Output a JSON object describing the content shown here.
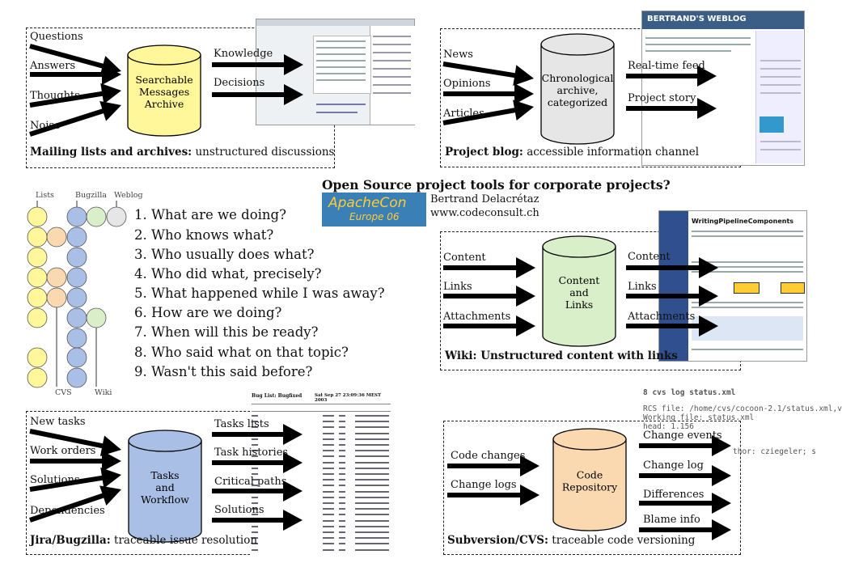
{
  "title": "Open Source project tools for corporate projects?",
  "author": "Bertrand Delacrétaz",
  "website": "www.codeconsult.ch",
  "logo": {
    "line1": "ApacheCon",
    "line2": "Europe 06",
    "bg": "#3a7fb5",
    "accent": "#ffcc33"
  },
  "mailing": {
    "inputs": [
      "Questions",
      "Answers",
      "Thoughts",
      "Noise"
    ],
    "store": [
      "Searchable",
      "Messages",
      "Archive"
    ],
    "outputs": [
      "Knowledge",
      "Decisions"
    ],
    "caption_bold": "Mailing lists and archives:",
    "caption_rest": " unstructured discussions",
    "color": "#fff79a"
  },
  "blog": {
    "inputs": [
      "News",
      "Opinions",
      "Articles"
    ],
    "store": [
      "Chronological",
      "archive,",
      "categorized"
    ],
    "outputs": [
      "Real-time feed",
      "Project story"
    ],
    "caption_bold": "Project blog:",
    "caption_rest": " accessible information channel",
    "shot_title": "BERTRAND'S WEBLOG",
    "color": "#e6e6e6"
  },
  "legend": {
    "lists": "Lists",
    "bugzilla": "Bugzilla",
    "weblog": "Weblog",
    "cvs": "CVS",
    "wiki": "Wiki"
  },
  "questions": [
    "1. What are we doing?",
    "2. Who knows what?",
    "3. Who usually does what?",
    "4. Who did what, precisely?",
    "5. What happened while I was away?",
    "6. How are we doing?",
    "7. When will this be ready?",
    "8. Who said what on that topic?",
    "9. Wasn't this said before?"
  ],
  "wiki": {
    "inputs": [
      "Content",
      "Links",
      "Attachments"
    ],
    "store": [
      "Content",
      "and",
      "Links"
    ],
    "outputs": [
      "Content",
      "Links",
      "Attachments"
    ],
    "caption_bold": "Wiki:",
    "caption_rest": " Unstructured content with links",
    "shot_title": "WritingPipelineComponents",
    "color": "#d8efc9"
  },
  "jira": {
    "inputs": [
      "New tasks",
      "Work orders",
      "Solutions",
      "Dependencies"
    ],
    "store": [
      "Tasks",
      "and",
      "Workflow"
    ],
    "outputs": [
      "Tasks lists",
      "Task histories",
      "Critical paths",
      "Solutions"
    ],
    "caption_bold": "Jira/Bugzilla:",
    "caption_rest": " traceable issue resolution",
    "shot_title": "Bug List: Bugfixed",
    "shot_date": "Sat Sep 27 23:09:36 MEST 2003",
    "color": "#a9bfe6"
  },
  "svn": {
    "inputs": [
      "Code changes",
      "Change logs"
    ],
    "store": [
      "Code",
      "Repository"
    ],
    "outputs": [
      "Change events",
      "Change log",
      "Differences",
      "Blame info"
    ],
    "caption_bold": "Subversion/CVS:",
    "caption_rest": " traceable code versioning",
    "color": "#fbd9b0",
    "log": [
      "8 cvs log status.xml",
      "RCS file: /home/cvs/cocoon-2.1/status.xml,v",
      "Working file: status.xml",
      "head: 1.156"
    ],
    "author_line": "thor: cziegeler;  s"
  }
}
